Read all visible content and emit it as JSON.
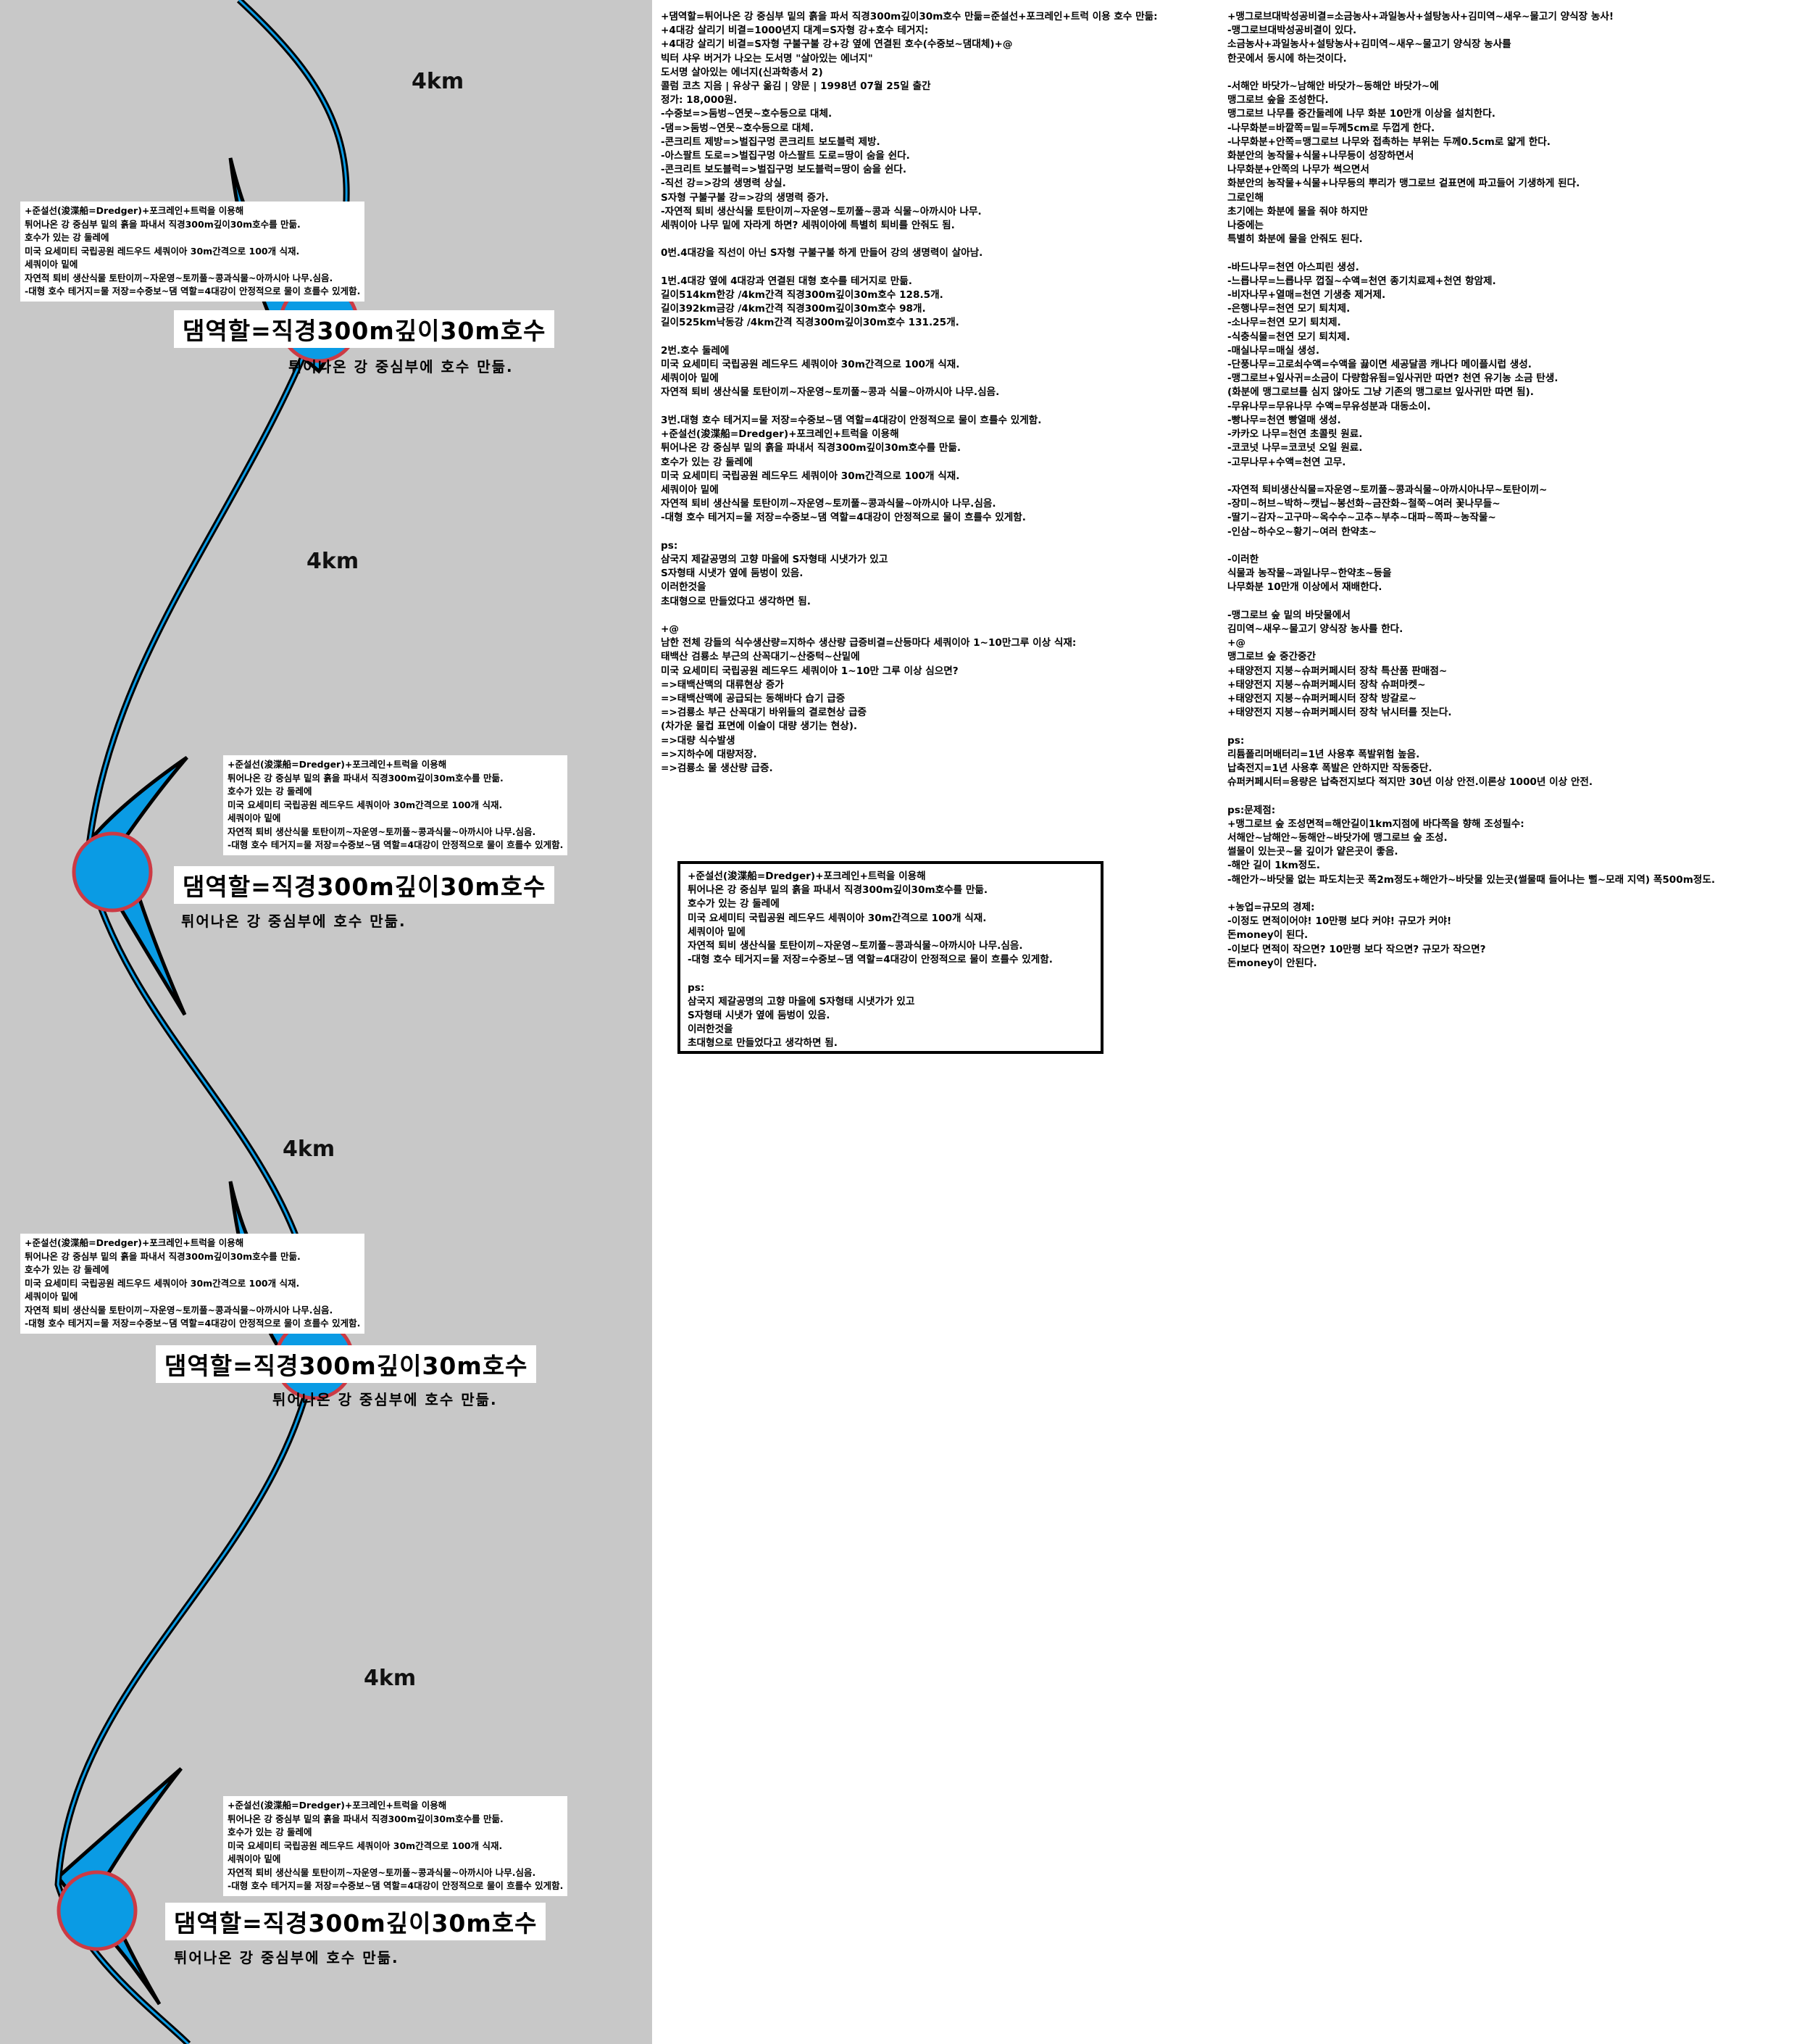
{
  "diagram": {
    "km_labels": [
      "4km",
      "4km",
      "4km",
      "4km"
    ],
    "dam_label": "댐역할=직경300m깊이30m호수",
    "sub_label": "튀어나온 강 중심부에 호수 만듦.",
    "note_lines": [
      "+준설선(浚渫船=Dredger)+포크레인+트럭을 이용해",
      "튀어나온 강 중심부 밑의 흙을 파내서 직경300m깊이30m호수를 만듦.",
      "호수가 있는 강 둘레에",
      "미국 요세미티 국립공원 레드우드 세쿼이아 30m간격으로 100개 식재.",
      "세쿼이아 밑에",
      "자연적 퇴비 생산식물 토탄이끼~자운영~토끼풀~콩과식물~아까시아 나무.심음.",
      "-대형 호수 테거지=물 저장=수중보~댐 역할=4대강이 안정적으로 물이 흐를수 있게함."
    ]
  },
  "column1_lines": [
    "+댐역할=튀어나온 강 중심부 밑의 흙을 파서 직경300m깊이30m호수 만듦=준설선+포크레인+트럭 이용 호수 만듦:",
    "+4대강 살리기 비결=1000년지 대계=S자형 강+호수 테거지:",
    "+4대강 살리기 비결=S자형 구불구불 강+강 옆에 연결된 호수(수중보~댐대체)+@",
    "빅터 샤우 버거가 나오는 도서명 \"살아있는 에너지\"",
    "도서명 살아있는 에너지(신과학총서 2)",
    "콜럼 코츠 지음 | 유상구 옮김 | 양문 | 1998년 07월 25일 출간",
    "정가: 18,000원.",
    "-수중보=>둠벙~연못~호수등으로 대체.",
    "-댐=>둠벙~연못~호수등으로 대체.",
    "-콘크리트 제방=>벌집구멍 콘크리트 보도블럭 제방.",
    "-아스팔트 도로=>벌집구멍 아스팔트 도로=땅이 숨을 쉰다.",
    "-콘크리트 보도블럭=>벌집구멍 보도블럭=땅이 숨을 쉰다.",
    "-직선 강=>강의 생명력 상실.",
    "S자형 구불구불 강=>강의 생명력 증가.",
    "-자연적 퇴비 생산식물 토탄이끼~자운영~토끼풀~콩과 식물~아까시아 나무.",
    "세쿼이아 나무 밑에 자라게 하면? 세쿼이아에 특별히 퇴비를 안줘도 됨.",
    "",
    "0번.4대강을 직선이 아닌 S자형 구불구불 하게 만들어 강의 생명력이 살아남.",
    "",
    "1번.4대강 옆에 4대강과 연결된 대형 호수를 테거지로 만듦.",
    "길이514km한강 /4km간격 직경300m깊이30m호수 128.5개.",
    "길이392km금강 /4km간격 직경300m깊이30m호수 98개.",
    "길이525km낙동강 /4km간격 직경300m깊이30m호수 131.25개.",
    "",
    "2번.호수 둘레에",
    "미국 요세미티 국립공원 레드우드 세쿼이아 30m간격으로 100개 식재.",
    "세쿼이아 밑에",
    "자연적 퇴비 생산식물 토탄이끼~자운영~토끼풀~콩과 식물~아까시아 나무.심음.",
    "",
    "3번.대형 호수 테거지=물 저장=수중보~댐 역할=4대강이 안정적으로 물이 흐를수 있게함.",
    "+준설선(浚渫船=Dredger)+포크레인+트럭을 이용해",
    "튀어나온 강 중심부 밑의 흙을 파내서 직경300m깊이30m호수를 만듦.",
    "호수가 있는 강 둘레에",
    "미국 요세미티 국립공원 레드우드 세쿼이아 30m간격으로 100개 식재.",
    "세쿼이아 밑에",
    "자연적 퇴비 생산식물 토탄이끼~자운영~토끼풀~콩과식물~아까시아 나무.심음.",
    "-대형 호수 테거지=물 저장=수중보~댐 역할=4대강이 안정적으로 물이 흐를수 있게함.",
    "",
    "ps:",
    "삼국지 제갈공명의 고향 마을에 S자형태 시냇가가 있고",
    "S자형태 시냇가 옆에 둠벙이 있음.",
    "이러한것을",
    "초대형으로 만들었다고 생각하면 됨.",
    "",
    "+@",
    "남한 전체 강들의 식수생산량=지하수 생산량 급증비결=산등마다 세쿼이아 1~10만그루 이상 식재:",
    "태백산 검룡소 부근의 산꼭대기~산중턱~산밑에",
    "미국 요세미티 국립공원 레드우드 세쿼이아 1~10만 그루 이상 심으면?",
    "=>태백산맥의 대류현상 증가",
    "=>태백산맥에 공급되는 동해바다 습기 급증",
    "=>검룡소 부근 산꼭대기 바위들의 결로현상 급증",
    "(차가운 물컵 표면에 이슬이 대량 생기는 현상).",
    "=>대량 식수발생",
    "=>지하수에 대량저장.",
    "=>검룡소 물 생산량 급증."
  ],
  "framed_box_lines": [
    "+준설선(浚渫船=Dredger)+포크레인+트럭을 이용해",
    "튀어나온 강 중심부 밑의 흙을 파내서 직경300m깊이30m호수를 만듦.",
    "호수가 있는 강 둘레에",
    "미국 요세미티 국립공원 레드우드 세쿼이아 30m간격으로 100개 식재.",
    "세쿼이아 밑에",
    "자연적 퇴비 생산식물 토탄이끼~자운영~토끼풀~콩과식물~아까시아 나무.심음.",
    "-대형 호수 테거지=물 저장=수중보~댐 역할=4대강이 안정적으로 물이 흐를수 있게함.",
    "",
    "ps:",
    "삼국지 제갈공명의 고향 마을에 S자형태 시냇가가 있고",
    "S자형태 시냇가 옆에 둠벙이 있음.",
    "이러한것을",
    "초대형으로 만들었다고 생각하면 됨."
  ],
  "column2_lines": [
    "+맹그로브대박성공비결=소금농사+과일농사+설탕농사+김미역~새우~물고기 양식장 농사!",
    "-맹그로브대박성공비결이 있다.",
    "소금농사+과일농사+설탕농사+김미역~새우~물고기 양식장 농사를",
    "한곳에서 동시에 하는것이다.",
    "",
    "-서해안 바닷가~남해안 바닷가~동해안 바닷가~에",
    "맹그로브 숲을 조성한다.",
    "맹그로브 나무를 중간둘레에 나무 화분 10만개 이상을 설치한다.",
    "-나무화분=바깥쪽=밑=두께5cm로 두껍게 한다.",
    "-나무화분+안쪽=맹그로브 나무와 접촉하는 부위는 두께0.5cm로 얇게 한다.",
    "화분안의 농작물+식물+나무등이 성장하면서",
    "나무화분+안쪽의 나무가 썩으면서",
    "화분안의 농작물+식물+나무등의 뿌리가 맹그로브 겉표면에 파고들어 기생하게 된다.",
    "그로인해",
    "초기에는 화분에 물을 줘야 하지만",
    "나중에는",
    "특별히 화분에 물을 안줘도 된다.",
    "",
    "-바드나무=천연 아스피린 생성.",
    "-느릅나무=느릅나무 껍질~수액=천연 종기치료제+천연 항암제.",
    "-비자나무+열매=천연 기생충 제거제.",
    "-은행나무=천연 모기 퇴치제.",
    "-소나무=천연 모기 퇴치제.",
    "-식충식물=천연 모기 퇴치제.",
    "-매실나무=매실 생성.",
    "-단풍나무=고로쇠수액=수액을 끓이면 세공달콤 캐나다 메이플시럽 생성.",
    "-맹그로브+잎사귀=소금이 다량함유됨=잎사귀만 따면? 천연 유기농 소금 탄생.",
    "(화분에 맹그로브를 심지 않아도 그냥 기존의 맹그로브 잎사귀만 따면 됨).",
    "-무유나무=무유나무 수액=무유성분과 대동소이.",
    "-빵나무=천연 빵열매 생성.",
    "-카카오 나무=천연 초콜릿 원료.",
    "-코코넛 나무=코코넛 오일 원료.",
    "-고무나무+수액=천연 고무.",
    "",
    "-자연적 퇴비생산식물=자운영~토끼풀~콩과식물~아까시아나무~토탄이끼~",
    "-장미~허브~박하~캣닙~봉선화~금잔화~철쭉~여러 꽃나무들~",
    "-딸기~감자~고구마~옥수수~고추~부추~대파~쪽파~농작물~",
    "-인삼~하수오~황기~여러 한약초~",
    "",
    "-이러한",
    "식물과 농작물~과일나무~한약초~등을",
    "나무화분 10만개 이상에서 재배한다.",
    "",
    "-맹그로브 숲 밑의 바닷물에서",
    "김미역~새우~물고기 양식장 농사를 한다.",
    "+@",
    "맹그로브 숲 중간중간",
    "+태양전지 지붕~슈퍼커페시터 장착 특산품 판매점~",
    "+태양전지 지붕~슈퍼커페시터 장착 슈퍼마켓~",
    "+태양전지 지붕~슈퍼커페시터 장착 방갈로~",
    "+태양전지 지붕~슈퍼커페시터 장착 낚시터를 짓는다.",
    "",
    "ps:",
    "리튬폴리머배터리=1년 사용후 폭발위험 높음.",
    "납축전지=1년 사용후 폭발은 안하지만 작동중단.",
    "슈퍼커페시터=용량은 납축전지보다 적지만 30년 이상 안전.이론상 1000년 이상 안전.",
    "",
    "ps:문제점:",
    "+맹그로브 숲 조성면적=해안길이1km지점에 바다쪽을 향해 조성필수:",
    "서해안~남해안~동해안~바닷가에 맹그로브 숲 조성.",
    "썰물이 있는곳~물 깊이가 얕은곳이 좋음.",
    "-해안 길이 1km정도.",
    "-해안가~바닷물 없는 파도치는곳 폭2m정도+해안가~바닷물 있는곳(썰물때 들어나는 뻘~모래 지역) 폭500m정도.",
    "",
    "+농업=규모의 경제:",
    "-이정도 면적이어야! 10만평 보다 커야! 규모가 커야!",
    "돈money이 된다.",
    "-이보다 면적이 작으면? 10만평 보다 작으면? 규모가 작으면?",
    "돈money이 안된다."
  ],
  "colors": {
    "lake_blue": "#0a9be4",
    "lake_ring": "#cc3a44",
    "river_line": "#000000",
    "panel_gray": "#c8c8c8"
  }
}
